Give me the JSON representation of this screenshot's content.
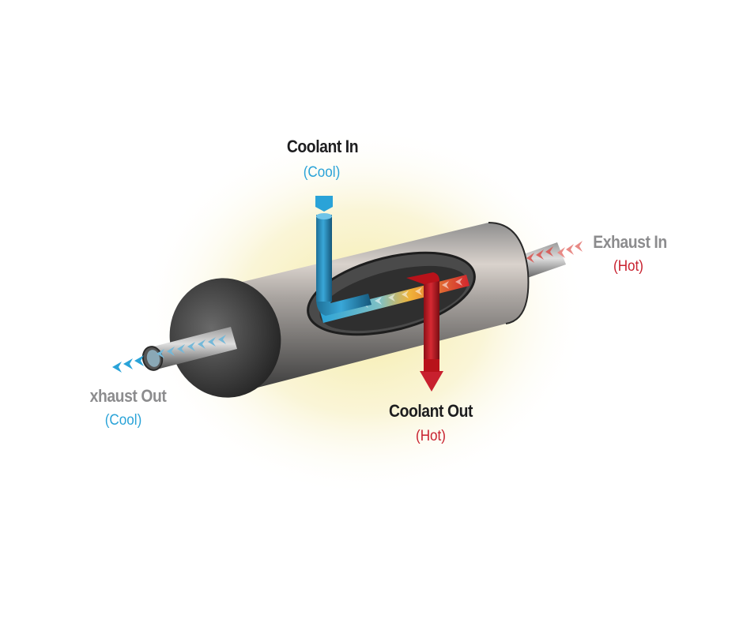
{
  "labels": {
    "coolant_in": {
      "title": "Coolant In",
      "sub": "(Cool)"
    },
    "exhaust_in": {
      "title": "Exhaust In",
      "sub": "(Hot)"
    },
    "exhaust_out": {
      "title": "xhaust Out",
      "sub": "(Cool)"
    },
    "coolant_out": {
      "title": "Coolant Out",
      "sub": "(Hot)"
    }
  },
  "colors": {
    "cool": "#2aa3d8",
    "hot": "#c8202e",
    "body": "#6b6b6b",
    "label_dark": "#1d1d1f",
    "label_grey": "#8c8c8e",
    "glow": "#f7efb8"
  }
}
